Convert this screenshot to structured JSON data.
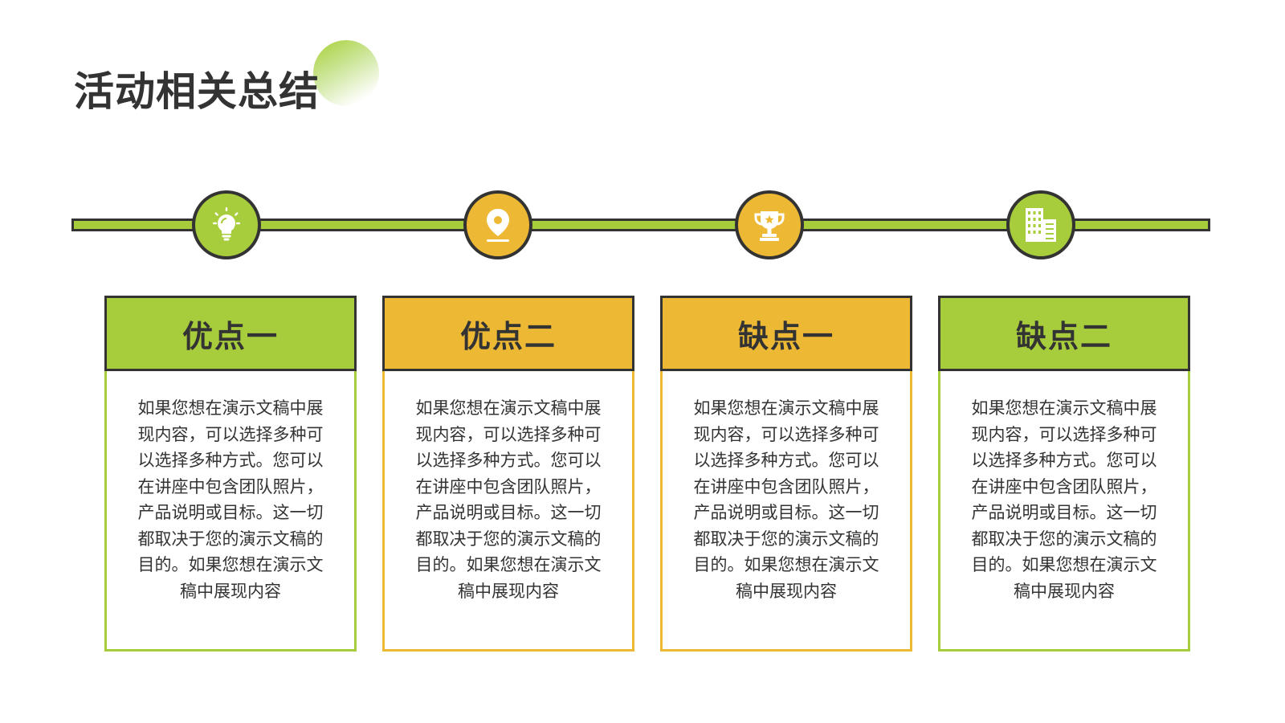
{
  "slide": {
    "title": "活动相关总结",
    "colors": {
      "green": "#a8cd3c",
      "yellow": "#edb935",
      "dark": "#333333"
    }
  },
  "timeline": {
    "nodes": [
      {
        "icon": "lightbulb-icon",
        "color": "#a8cd3c"
      },
      {
        "icon": "location-pin-icon",
        "color": "#edb935"
      },
      {
        "icon": "trophy-icon",
        "color": "#edb935"
      },
      {
        "icon": "building-icon",
        "color": "#a8cd3c"
      }
    ]
  },
  "cards": [
    {
      "heading": "优点一",
      "color": "#a8cd3c",
      "body": "如果您想在演示文稿中展现内容，可以选择多种可以选择多种方式。您可以在讲座中包含团队照片，产品说明或目标。这一切都取决于您的演示文稿的目的。如果您想在演示文稿中展现内容"
    },
    {
      "heading": "优点二",
      "color": "#edb935",
      "body": "如果您想在演示文稿中展现内容，可以选择多种可以选择多种方式。您可以在讲座中包含团队照片，产品说明或目标。这一切都取决于您的演示文稿的目的。如果您想在演示文稿中展现内容"
    },
    {
      "heading": "缺点一",
      "color": "#edb935",
      "body": "如果您想在演示文稿中展现内容，可以选择多种可以选择多种方式。您可以在讲座中包含团队照片，产品说明或目标。这一切都取决于您的演示文稿的目的。如果您想在演示文稿中展现内容"
    },
    {
      "heading": "缺点二",
      "color": "#a8cd3c",
      "body": "如果您想在演示文稿中展现内容，可以选择多种可以选择多种方式。您可以在讲座中包含团队照片，产品说明或目标。这一切都取决于您的演示文稿的目的。如果您想在演示文稿中展现内容"
    }
  ]
}
